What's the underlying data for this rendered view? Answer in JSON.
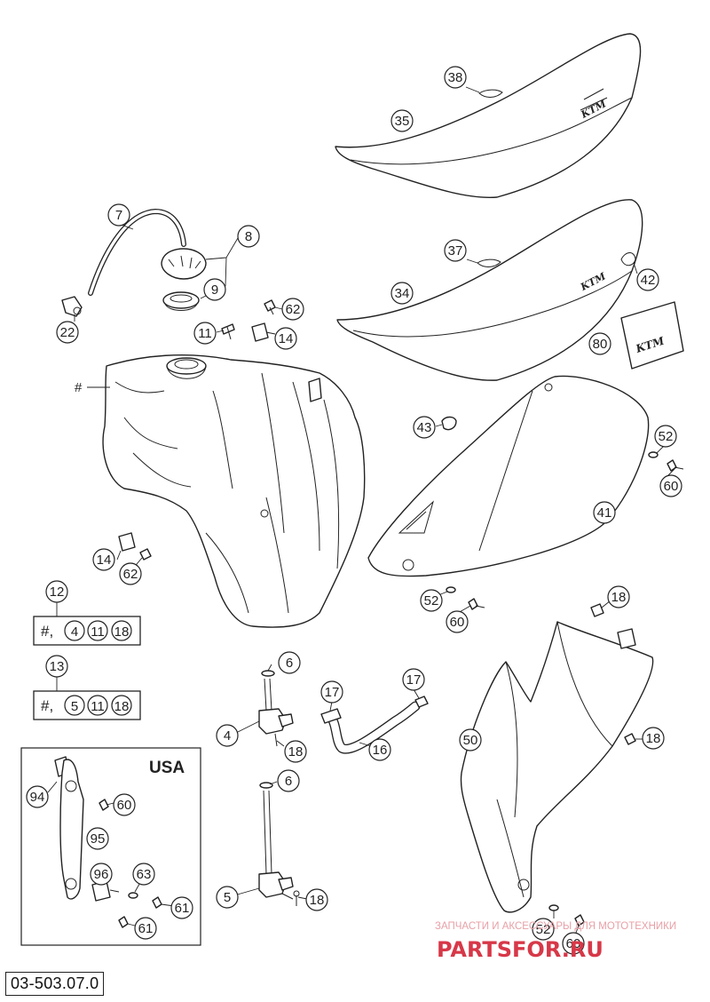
{
  "drawing_number": "03-503.07.0",
  "usa_label": "USA",
  "brand_logo": "KTM",
  "watermark": {
    "line1": "ЗАПЧАСТИ И АКСЕССУАРЫ ДЛЯ МОТОТЕХНИКИ",
    "line2": "PARTSFOR.RU"
  },
  "callouts": {
    "c38": "38",
    "c35": "35",
    "c37": "37",
    "c34": "34",
    "c42": "42",
    "c80": "80",
    "c7": "7",
    "c8": "8",
    "c9": "9",
    "c22": "22",
    "c11": "11",
    "c62a": "62",
    "c14a": "14",
    "c43": "43",
    "c52a": "52",
    "c60a": "60",
    "c41": "41",
    "c14b": "14",
    "c62b": "62",
    "c12": "12",
    "c13": "13",
    "c52b": "52",
    "c60b": "60",
    "c18a": "18",
    "c6a": "6",
    "c4": "4",
    "c18b": "18",
    "c17a": "17",
    "c17b": "17",
    "c16": "16",
    "c50": "50",
    "c18c": "18",
    "c6b": "6",
    "c5": "5",
    "c18d": "18",
    "c94": "94",
    "c60c": "60",
    "c95": "95",
    "c96": "96",
    "c63": "63",
    "c61a": "61",
    "c61b": "61",
    "c52c": "52",
    "c60d": "60"
  },
  "tank_marker": "#",
  "kits": {
    "kit12": {
      "prefix": "#,",
      "items": [
        "4",
        "11",
        "18"
      ]
    },
    "kit13": {
      "prefix": "#,",
      "items": [
        "5",
        "11",
        "18"
      ]
    }
  }
}
